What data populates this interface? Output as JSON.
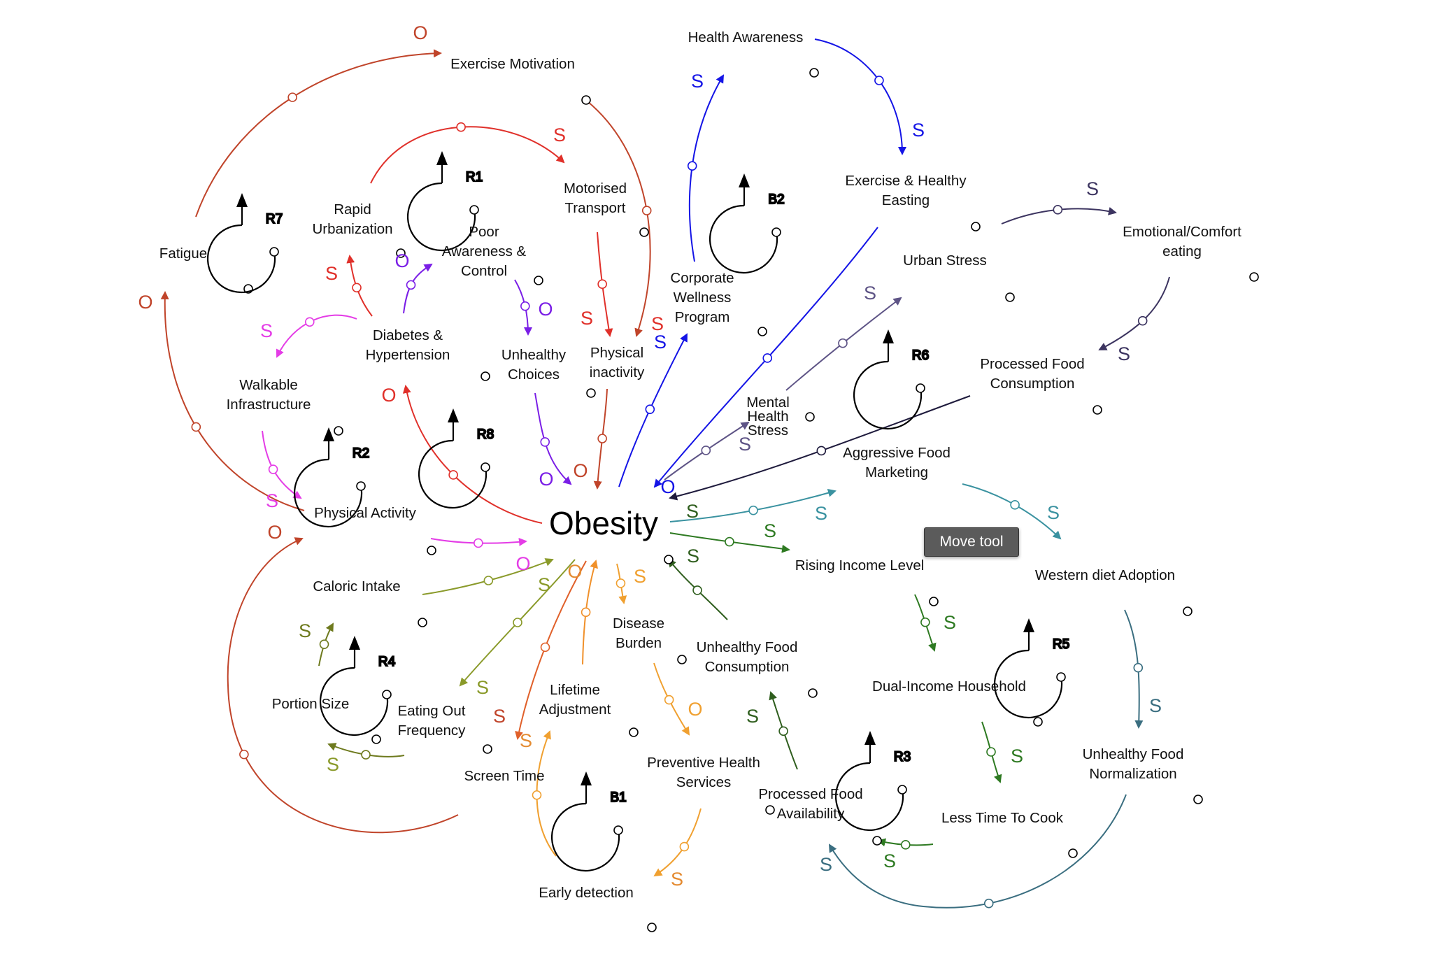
{
  "center": "Obesity",
  "tooltip": "Move tool",
  "variables": {
    "exercise_motivation": "Exercise Motivation",
    "health_awareness": "Health Awareness",
    "fatigue": "Fatigue",
    "rapid_urbanization": [
      "Rapid",
      "Urbanization"
    ],
    "poor_awareness": [
      "Poor",
      "Awareness &",
      "Control"
    ],
    "motorised_transport": [
      "Motorised",
      "Transport"
    ],
    "corporate_wellness": [
      "Corporate",
      "Wellness",
      "Program"
    ],
    "exercise_healthy": [
      "Exercise & Healthy",
      "Easting"
    ],
    "emotional_eating": [
      "Emotional/Comfort",
      "eating"
    ],
    "urban_stress": "Urban Stress",
    "diabetes": [
      "Diabetes &",
      "Hypertension"
    ],
    "walkable": [
      "Walkable",
      "Infrastructure"
    ],
    "unhealthy_choices": [
      "Unhealthy",
      "Choices"
    ],
    "physical_inactivity": [
      "Physical",
      "inactivity"
    ],
    "processed_food_consumption": [
      "Processed Food",
      "Consumption"
    ],
    "mental_health_stress": [
      "Mental",
      "Health",
      "Stress"
    ],
    "aggressive_marketing": [
      "Aggressive Food",
      "Marketing"
    ],
    "physical_activity": "Physical Activity",
    "caloric_intake": "Caloric Intake",
    "rising_income": "Rising Income Level",
    "western_diet": "Western diet Adoption",
    "disease_burden": [
      "Disease",
      "Burden"
    ],
    "unhealthy_food_consumption": [
      "Unhealthy Food",
      "Consumption"
    ],
    "dual_income": "Dual-Income Household",
    "portion_size": "Portion Size",
    "eating_out": [
      "Eating Out",
      "Frequency"
    ],
    "lifetime_adjustment": [
      "Lifetime",
      "Adjustment"
    ],
    "unhealthy_food_normalization": [
      "Unhealthy Food",
      "Normalization"
    ],
    "screen_time": "Screen Time",
    "preventive_health": [
      "Preventive Health",
      "Services"
    ],
    "processed_food_availability": [
      "Processed Food",
      "Availability"
    ],
    "less_time_to_cook": "Less Time To Cook",
    "early_detection": "Early detection"
  },
  "loops": [
    "R1",
    "R2",
    "R3",
    "R4",
    "R5",
    "R6",
    "R7",
    "R8",
    "B1",
    "B2"
  ],
  "polarity": {
    "same": "S",
    "opposite": "O"
  },
  "colors": {
    "brown_red": "#c0442a",
    "red": "#e0302a",
    "blue": "#1414e6",
    "purple": "#7a1ee6",
    "magenta": "#e43ce6",
    "navy_purple": "#3c3460",
    "slate": "#5e5486",
    "teal": "#3a92a0",
    "dark_green": "#2f5e1e",
    "green": "#2e7a22",
    "olive": "#8a9a2a",
    "olive_dark": "#6e7a1e",
    "orange": "#f0a030",
    "orange_dark": "#e48a30",
    "steel_blue": "#3a6e80"
  }
}
